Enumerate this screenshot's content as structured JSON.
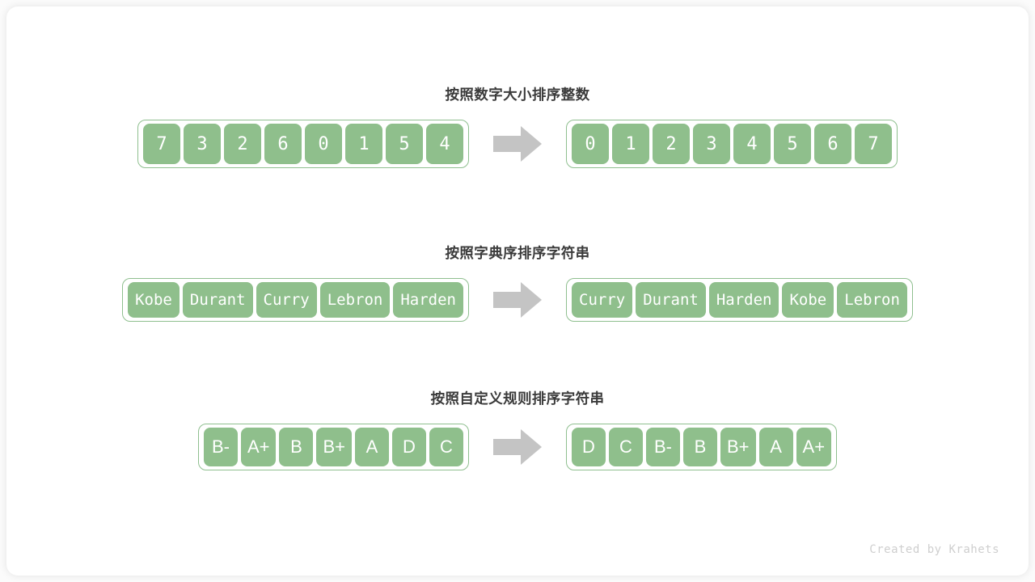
{
  "canvas": {
    "background": "#fbfbfb",
    "card_background": "#ffffff",
    "accent_green": "#8fbf8c",
    "border_green": "#8fbf8f",
    "arrow_gray": "#c4c4c4",
    "title_color": "#3b3b3b",
    "footer_color": "#cfcfcf"
  },
  "sections": [
    {
      "title": "按照数字大小排序整数",
      "input": [
        "7",
        "3",
        "2",
        "6",
        "0",
        "1",
        "5",
        "4"
      ],
      "output": [
        "0",
        "1",
        "2",
        "3",
        "4",
        "5",
        "6",
        "7"
      ],
      "arrow": "right-arrow-icon"
    },
    {
      "title": "按照字典序排序字符串",
      "input": [
        "Kobe",
        "Durant",
        "Curry",
        "Lebron",
        "Harden"
      ],
      "output": [
        "Curry",
        "Durant",
        "Harden",
        "Kobe",
        "Lebron"
      ],
      "arrow": "right-arrow-icon"
    },
    {
      "title": "按照自定义规则排序字符串",
      "input": [
        "B-",
        "A+",
        "B",
        "B+",
        "A",
        "D",
        "C"
      ],
      "output": [
        "D",
        "C",
        "B-",
        "B",
        "B+",
        "A",
        "A+"
      ],
      "arrow": "right-arrow-icon"
    }
  ],
  "footer": {
    "credit": "Created by Krahets"
  }
}
